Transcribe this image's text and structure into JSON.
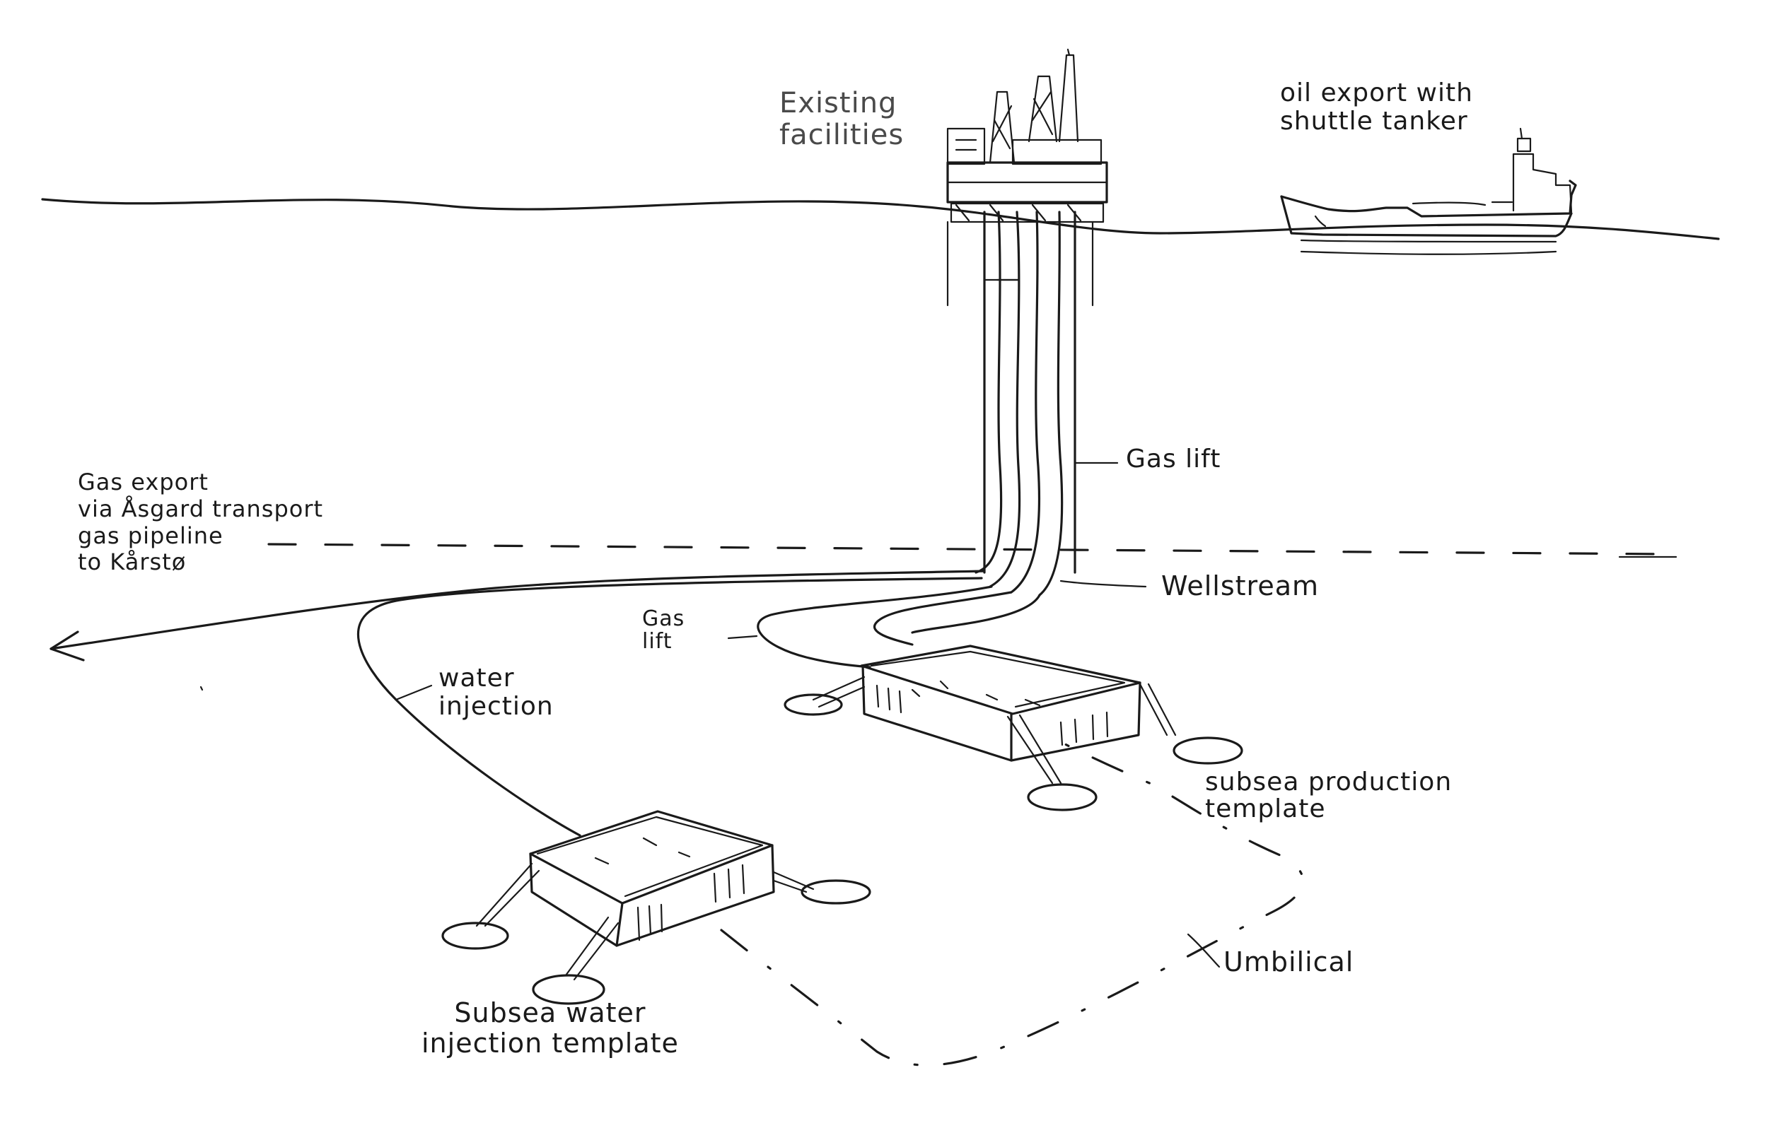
{
  "labels": {
    "existing_facilities": "Existing\nfacilities",
    "oil_export": "oil export with\nshuttle tanker",
    "gas_export": "Gas export\nvia Åsgard transport\ngas pipeline\nto Kårstø",
    "gas_lift_riser": "Gas lift",
    "wellstream": "Wellstream",
    "gas_lift_seabed": "Gas\nlift",
    "water_injection": "water\ninjection",
    "subsea_production_template": "subsea production\ntemplate",
    "umbilical": "Umbilical",
    "subsea_water_injection_template": "Subsea water\ninjection template"
  },
  "colors": {
    "ink": "#1a1a1a",
    "grey_ink": "#6a6a6a",
    "background": "#ffffff"
  }
}
